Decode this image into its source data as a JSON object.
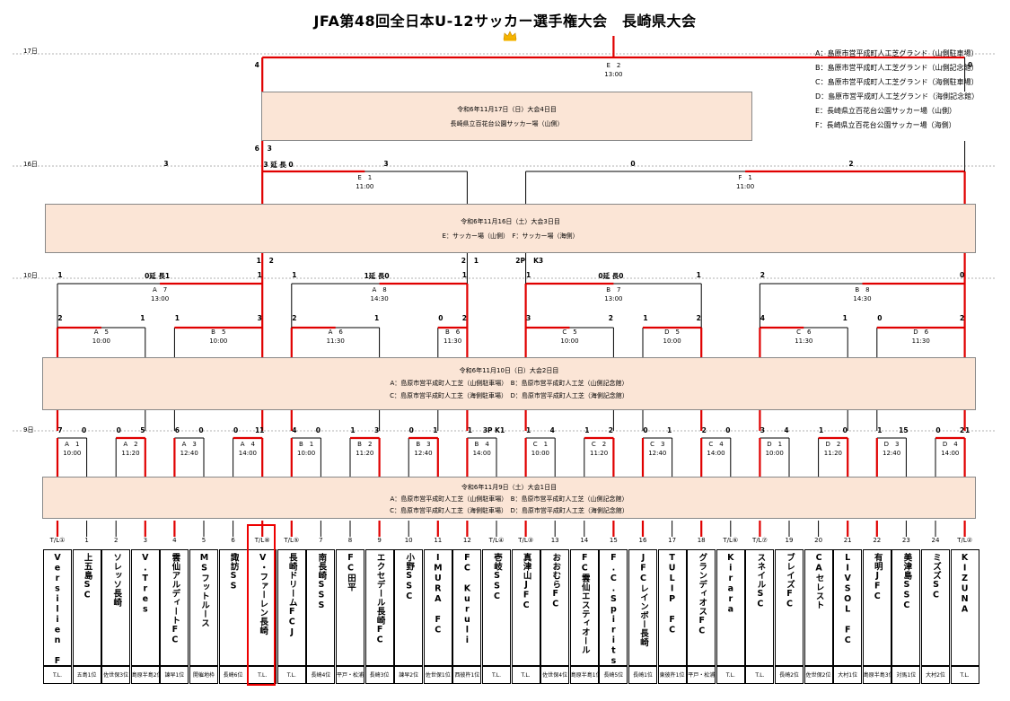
{
  "title": "JFA第48回全日本U-12サッカー選手権大会　長崎県大会",
  "colors": {
    "bracket_red": "#e00000",
    "bracket_gray": "#000000",
    "box_fill": "#fbe5d6"
  },
  "venue_legend": [
    "A：島原市営平成町人工芝グランド（山側駐車場）",
    "B：島原市営平成町人工芝グランド（山側記念館）",
    "C：島原市営平成町人工芝グランド（海側駐車場）",
    "D：島原市営平成町人工芝グランド（海側記念館）",
    "E：長崎県立百花台公園サッカー場（山側）",
    "F：長崎県立百花台公園サッカー場（海側）"
  ],
  "days": {
    "d17": "17日",
    "d16": "16日",
    "d10": "10日",
    "d9": "9日"
  },
  "schedule_boxes": {
    "b17": {
      "l1": "令和6年11月17日（日）大会4日目",
      "l2": "長崎県立百花台公園サッカー場（山側）"
    },
    "b16": {
      "l1": "令和6年11月16日（土）大会3日目",
      "l2": "E：サッカー場（山側）　F：サッカー場（海側）"
    },
    "b10": {
      "l1": "令和6年11月10日（日）大会2日目",
      "l2": "A：島原市営平成町人工芝（山側駐車場）　B：島原市営平成町人工芝（山側記念館）",
      "l3": "C：島原市営平成町人工芝（海側駐車場）　D：島原市営平成町人工芝（海側記念館）"
    },
    "b9": {
      "l1": "令和6年11月9日（土）大会1日目",
      "l2": "A：島原市営平成町人工芝（山側駐車場）　B：島原市営平成町人工芝（山側記念館）",
      "l3": "C：島原市営平成町人工芝（海側駐車場）　D：島原市営平成町人工芝（海側記念館）"
    }
  },
  "matches": {
    "final": {
      "code": "E　2",
      "time": "13:00"
    },
    "sf1": {
      "code": "E　1",
      "time": "11:00"
    },
    "sf2": {
      "code": "F　1",
      "time": "11:00"
    },
    "qf1": {
      "code": "A　7",
      "time": "13:00"
    },
    "qf2": {
      "code": "A　8",
      "time": "14:30"
    },
    "qf3": {
      "code": "B　7",
      "time": "13:00"
    },
    "qf4": {
      "code": "B　8",
      "time": "14:30"
    },
    "r2": [
      {
        "code": "A　5",
        "time": "10:00"
      },
      {
        "code": "B　5",
        "time": "10:00"
      },
      {
        "code": "A　6",
        "time": "11:30"
      },
      {
        "code": "B　6",
        "time": "11:30"
      },
      {
        "code": "C　5",
        "time": "10:00"
      },
      {
        "code": "D　5",
        "time": "10:00"
      },
      {
        "code": "C　6",
        "time": "11:30"
      },
      {
        "code": "D　6",
        "time": "11:30"
      }
    ],
    "r1": [
      {
        "code": "A　1",
        "time": "10:00"
      },
      {
        "code": "A　2",
        "time": "11:20"
      },
      {
        "code": "A　3",
        "time": "12:40"
      },
      {
        "code": "A　4",
        "time": "14:00"
      },
      {
        "code": "B　1",
        "time": "10:00"
      },
      {
        "code": "B　2",
        "time": "11:20"
      },
      {
        "code": "B　3",
        "time": "12:40"
      },
      {
        "code": "B　4",
        "time": "14:00"
      },
      {
        "code": "C　1",
        "time": "10:00"
      },
      {
        "code": "C　2",
        "time": "11:20"
      },
      {
        "code": "C　3",
        "time": "12:40"
      },
      {
        "code": "C　4",
        "time": "14:00"
      },
      {
        "code": "D　1",
        "time": "10:00"
      },
      {
        "code": "D　2",
        "time": "11:20"
      },
      {
        "code": "D　3",
        "time": "12:40"
      },
      {
        "code": "D　4",
        "time": "14:00"
      }
    ]
  },
  "scores": {
    "final": [
      "4",
      "0",
      "6",
      "3"
    ],
    "sf1": [
      "3",
      "3 延 長 0",
      "3",
      "1",
      "2",
      "2",
      "1"
    ],
    "sf2": [
      "0",
      "2",
      "2P",
      "K3"
    ],
    "qf_top": [
      "1",
      "0延 長1",
      "1",
      "1",
      "1延 長0",
      "1",
      "1",
      "0延 長0",
      "1",
      "2",
      "0"
    ],
    "r2_top": [
      "2",
      "1",
      "1",
      "3",
      "2",
      "1",
      "0",
      "2",
      "3",
      "2",
      "1",
      "2",
      "4",
      "1",
      "0",
      "2"
    ],
    "r1_top": [
      "7",
      "0",
      "0",
      "5",
      "6",
      "0",
      "0",
      "11",
      "4",
      "0",
      "1",
      "3",
      "0",
      "1",
      "1",
      "3P K1",
      "1",
      "4",
      "1",
      "2",
      "0",
      "1",
      "2",
      "0",
      "3",
      "4",
      "1",
      "0",
      "1",
      "15",
      "0",
      "2",
      "1"
    ]
  },
  "teams": [
    {
      "seed": "T/L①",
      "name": "Versilien FC",
      "rank": "T.L."
    },
    {
      "seed": "1",
      "name": "上五島SC",
      "rank": "五島1位"
    },
    {
      "seed": "2",
      "name": "ソレッソ長崎",
      "rank": "佐世保3位"
    },
    {
      "seed": "3",
      "name": "V.Tres",
      "rank": "島原半島2位"
    },
    {
      "seed": "4",
      "name": "雲仙アルディートFC",
      "rank": "諫早1位"
    },
    {
      "seed": "5",
      "name": "MSフットルース",
      "rank": "開催地枠"
    },
    {
      "seed": "6",
      "name": "諏訪SS",
      "rank": "長崎6位"
    },
    {
      "seed": "T/L⑧",
      "name": "V・ファーレン長崎",
      "rank": "T.L."
    },
    {
      "seed": "T/L⑤",
      "name": "長崎ドリームFCJ",
      "rank": "T.L."
    },
    {
      "seed": "7",
      "name": "南長崎SSS",
      "rank": "長崎4位"
    },
    {
      "seed": "8",
      "name": "FC田平",
      "rank": "平戸・松浦1位"
    },
    {
      "seed": "9",
      "name": "エクセデール長崎FC",
      "rank": "長崎3位"
    },
    {
      "seed": "10",
      "name": "小野SSC",
      "rank": "諫早2位"
    },
    {
      "seed": "11",
      "name": "IMURA FC",
      "rank": "佐世保1位"
    },
    {
      "seed": "12",
      "name": "FC Kuruli",
      "rank": "西彼杵1位"
    },
    {
      "seed": "T/L④",
      "name": "壱岐SSC",
      "rank": "T.L."
    },
    {
      "seed": "T/L③",
      "name": "真津山JFC",
      "rank": "T.L."
    },
    {
      "seed": "13",
      "name": "おおむらFC",
      "rank": "佐世保4位"
    },
    {
      "seed": "14",
      "name": "FC雲仙エスティオール",
      "rank": "島原半島1位"
    },
    {
      "seed": "15",
      "name": "F.C.Spirits",
      "rank": "長崎5位"
    },
    {
      "seed": "16",
      "name": "JFCレインボー長崎",
      "rank": "長崎1位"
    },
    {
      "seed": "17",
      "name": "TULIP FC",
      "rank": "東彼杵1位"
    },
    {
      "seed": "18",
      "name": "グランディオスFC",
      "rank": "平戸・松浦2位"
    },
    {
      "seed": "T/L⑥",
      "name": "Kirara",
      "rank": "T.L."
    },
    {
      "seed": "T/L⑦",
      "name": "スネイルSC",
      "rank": "T.L."
    },
    {
      "seed": "19",
      "name": "ブレイズFC",
      "rank": "長崎2位"
    },
    {
      "seed": "20",
      "name": "CAセレスト",
      "rank": "佐世保2位"
    },
    {
      "seed": "21",
      "name": "LIVSOL FC",
      "rank": "大村1位"
    },
    {
      "seed": "22",
      "name": "有明JFC",
      "rank": "島原半島3位"
    },
    {
      "seed": "23",
      "name": "美津島SSC",
      "rank": "対馬1位"
    },
    {
      "seed": "24",
      "name": "ミズズSC",
      "rank": "大村2位"
    },
    {
      "seed": "T/L②",
      "name": "KIZUNA",
      "rank": "T.L."
    }
  ]
}
